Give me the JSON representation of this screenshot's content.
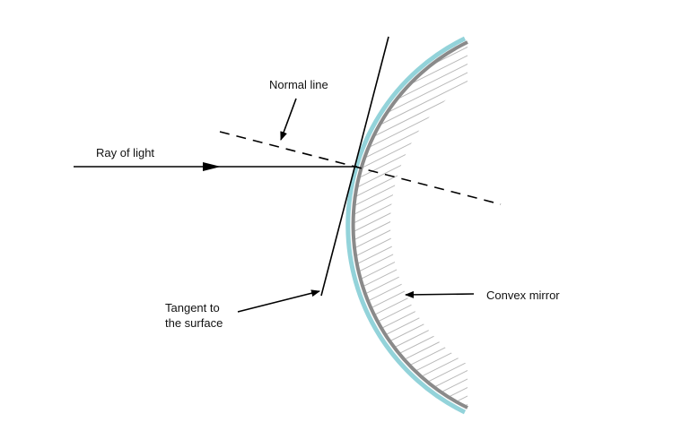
{
  "labels": {
    "normal_line": "Normal line",
    "ray_of_light": "Ray of light",
    "tangent_line1": "Tangent to",
    "tangent_line2": "the surface",
    "convex_mirror": "Convex mirror"
  },
  "colors": {
    "mirror_outer": "#93d3da",
    "mirror_inner": "#8a8a8a",
    "hatch": "#b5b5b5",
    "lines": "#000000"
  }
}
